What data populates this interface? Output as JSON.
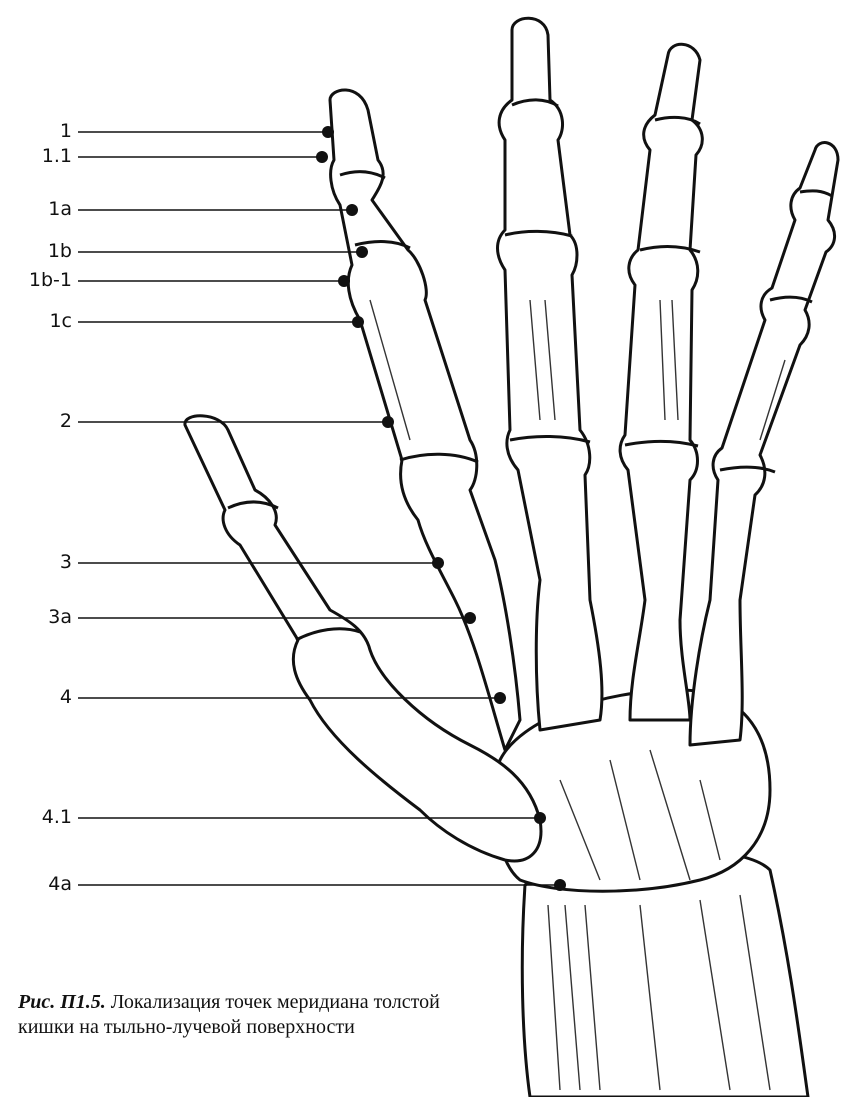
{
  "points": [
    {
      "id": "p1",
      "label": "1"
    },
    {
      "id": "p1_1",
      "label": "1.1"
    },
    {
      "id": "p1a",
      "label": "1a"
    },
    {
      "id": "p1b",
      "label": "1b"
    },
    {
      "id": "p1b1",
      "label": "1b-1"
    },
    {
      "id": "p1c",
      "label": "1c"
    },
    {
      "id": "p2",
      "label": "2"
    },
    {
      "id": "p3",
      "label": "3"
    },
    {
      "id": "p3a",
      "label": "3a"
    },
    {
      "id": "p4",
      "label": "4"
    },
    {
      "id": "p4_1",
      "label": "4.1"
    },
    {
      "id": "p4a",
      "label": "4a"
    }
  ],
  "caption": {
    "figure_number": "Рис. П1.5.",
    "text": "Локализация точек меридиана толстой кишки на тыльно-лучевой поверхности"
  }
}
